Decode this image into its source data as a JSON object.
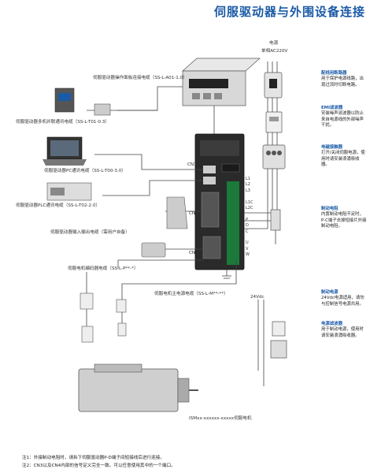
{
  "title": "伺服驱动器与外围设备连接",
  "power_label": "电源",
  "power_spec": "单相AC220V",
  "sidebar": [
    {
      "heading": "配线用断路器",
      "text": "用于保护电源线路，出现过流时切断电路。"
    },
    {
      "heading": "EMI滤波器",
      "text": "安装噪声滤波器以防止来自电源线的外部噪声干扰。"
    },
    {
      "heading": "电磁接触器",
      "text": "打开/关闭伺服电源，使用时请安装浪涌吸收器。"
    },
    {
      "heading": "制动电阻",
      "text": "内置制动电阻不足时，P-C端子去掉短接片外接制动电阻。"
    },
    {
      "heading": "制动电源",
      "text": "24Vdc电源适用，请勿与控制信号电源共用。"
    },
    {
      "heading": "电源滤波器",
      "text": "用于制动电源，使用时请安装浪涌吸收器。"
    }
  ],
  "cables": {
    "panel": "伺服驱动器操作面板连接电缆（SS-L-A01-1.0）",
    "io_cable": "伺服驱动器多机并联通讯电缆（SS-L-T01-0.3）",
    "pc_cable": "伺服驱动器PC通讯电缆（SS-L-T00-3.0）",
    "plc_cable": "伺服驱动器PLC通讯电缆（SS-L-T02-2.0）",
    "input_output": "伺服驱动器输入输出电缆（需用户自备）",
    "encoder": "伺服电机编码器电缆（SS-L-P**-*）",
    "power_cable": "伺服电机主电源电缆（SS-L-M**-**）"
  },
  "drive_labels": {
    "cn3": "CN3",
    "cn1": "CN1",
    "cn2": "CN2",
    "brake": "24Vdc"
  },
  "terminal_labels": [
    "L1",
    "L2",
    "L3",
    "",
    "L1C",
    "L2C",
    "",
    "P",
    "D",
    "C",
    "",
    "U",
    "V",
    "W"
  ],
  "motor_label": "ISMxx-xxxxxx-xxxxx伺服电机",
  "notes": [
    "注1：外接制动电阻时，请拆下伺服驱动器P-D端子间短接线后进行连接。",
    "注2：CN3以及CN4内部的信号定义完全一致。可以任意使用其中的一个端口。"
  ],
  "colors": {
    "accent": "#1a5aa6",
    "line": "#444444",
    "device": "#d9d9d9"
  }
}
